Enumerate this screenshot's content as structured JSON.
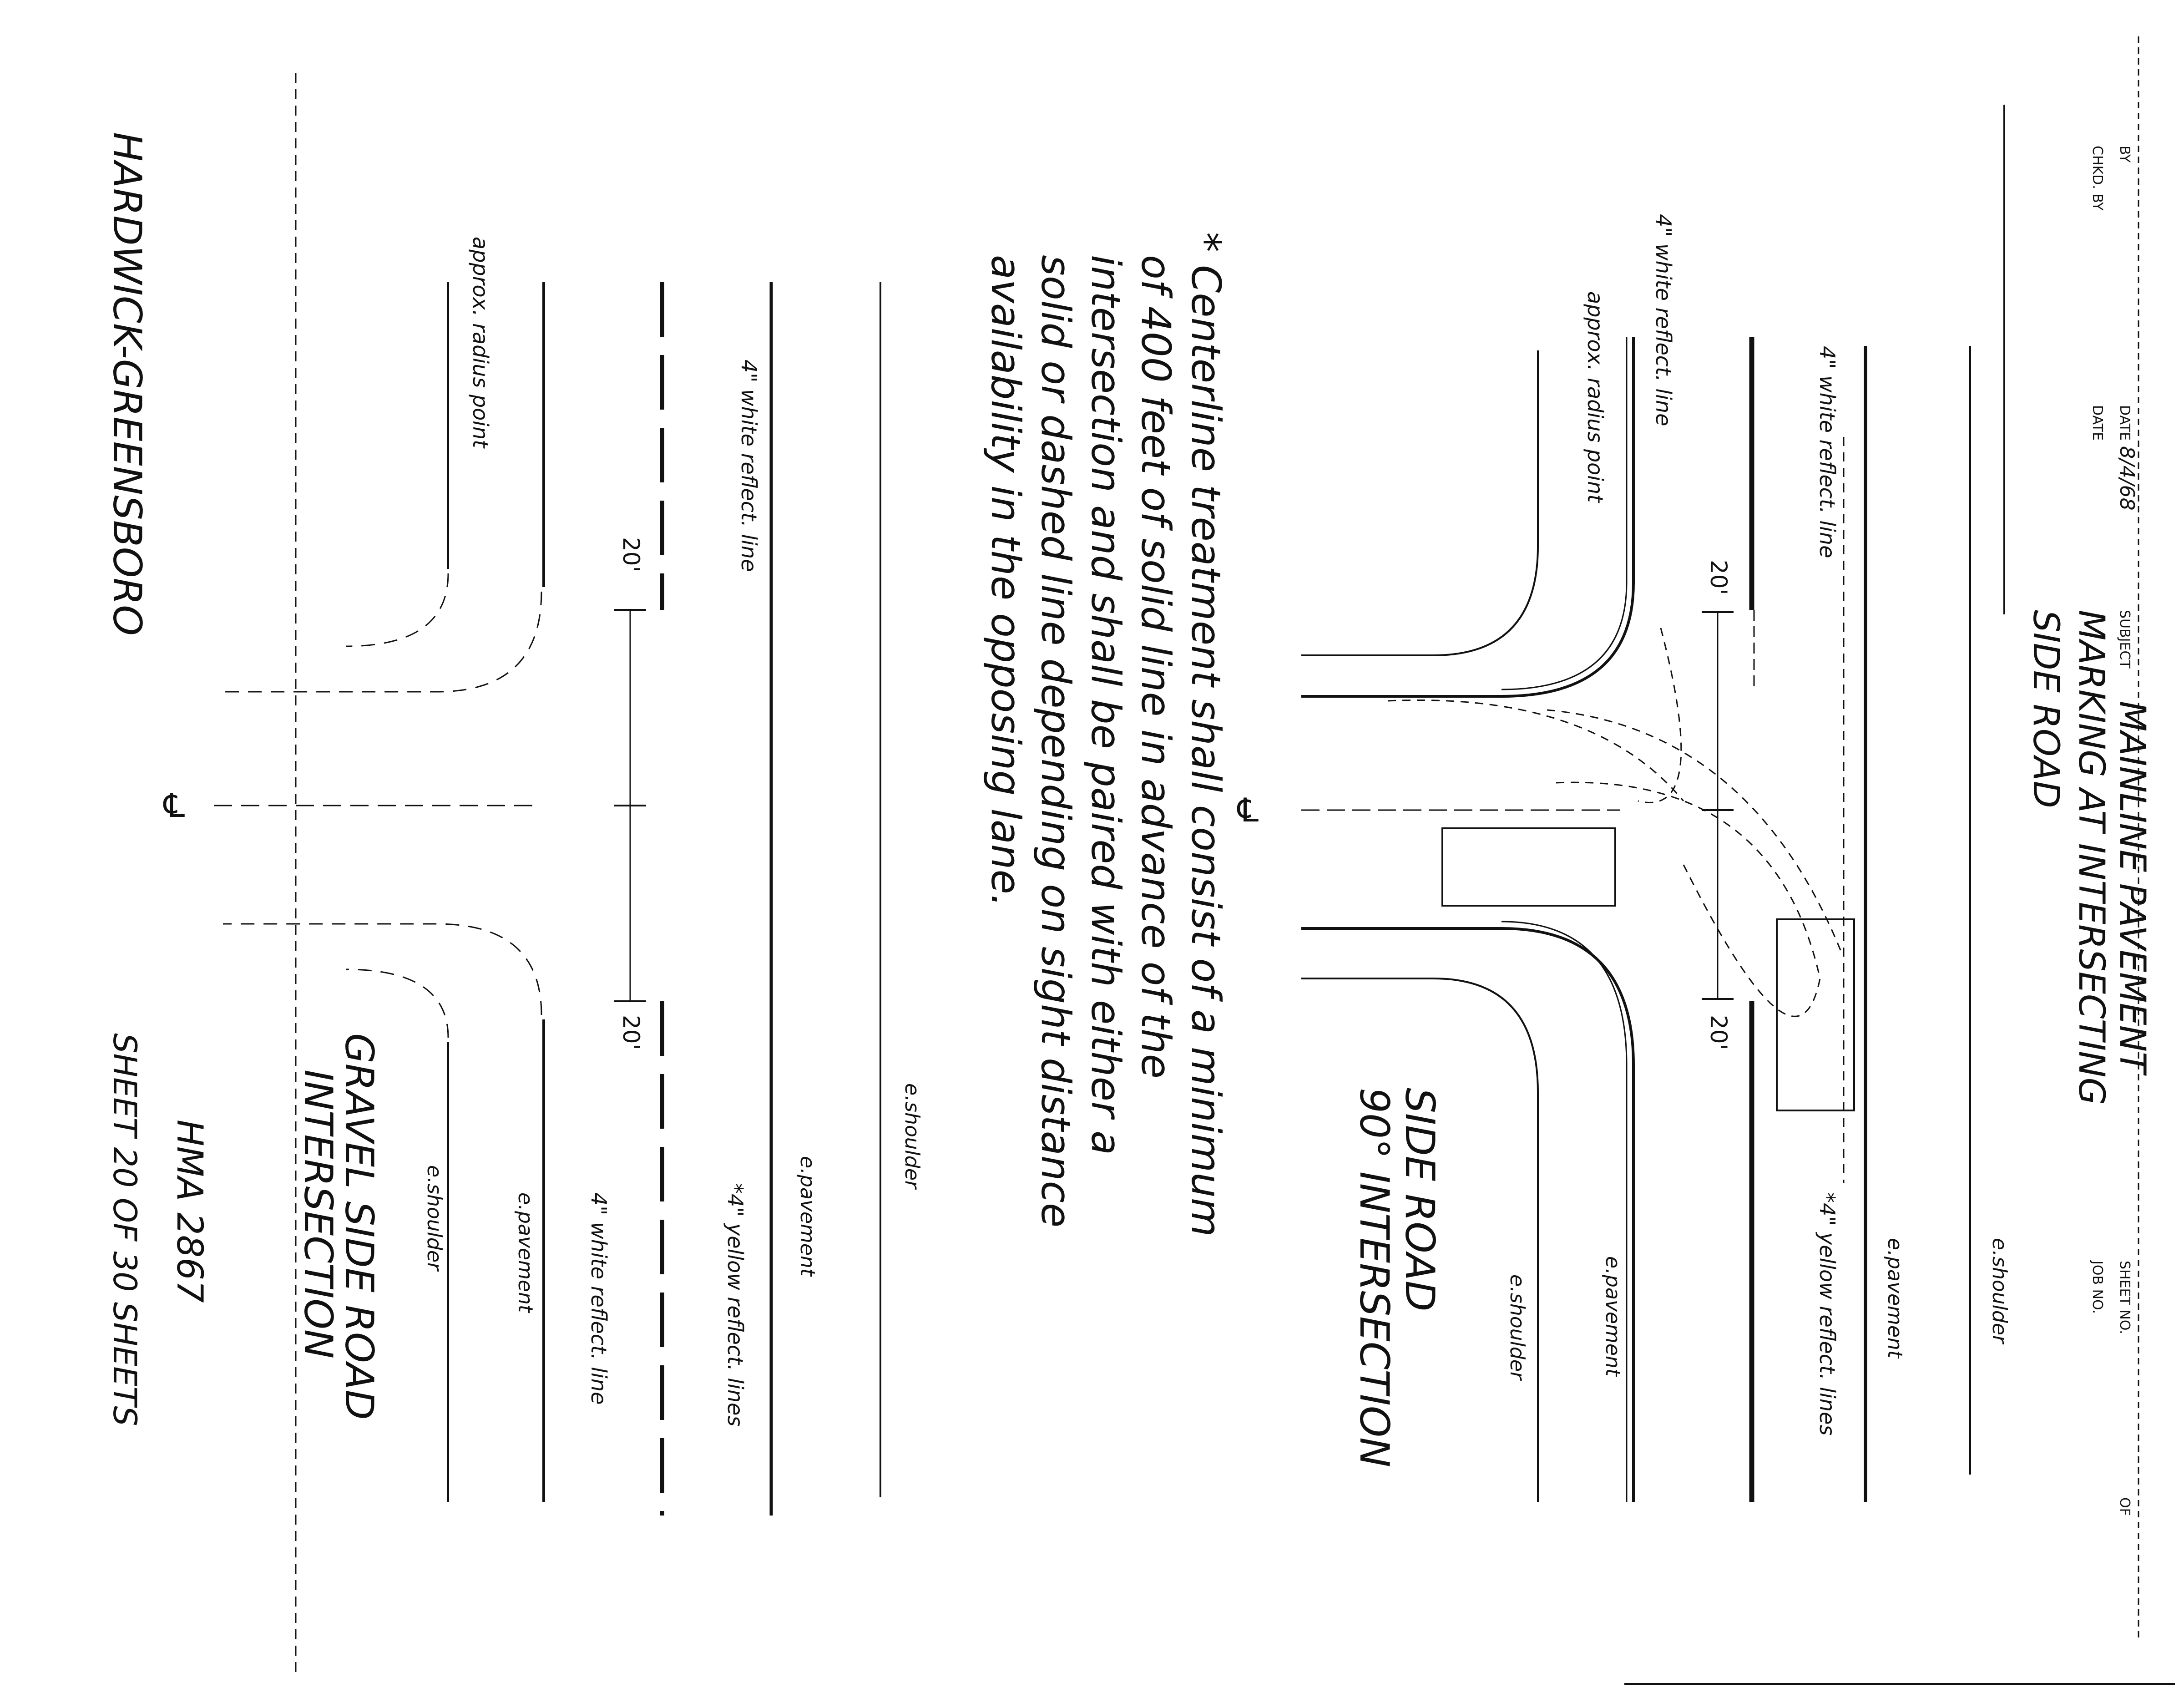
{
  "title_block": {
    "by_label": "BY",
    "date_label": "DATE",
    "date_value": "8/4/68",
    "chkd_label": "CHKD. BY",
    "chkd_date_label": "DATE",
    "subject_label": "SUBJECT",
    "subject_lines": [
      "MAINLINE PAVEMENT",
      "MARKING AT INTERSECTING",
      "SIDE ROAD"
    ],
    "sheet_no_label": "SHEET NO.",
    "of_label": "OF",
    "job_no_label": "JOB NO."
  },
  "top_diagram": {
    "caption_lines": [
      "SIDE ROAD",
      "90° INTERSECTION"
    ],
    "labels": {
      "e_shoulder": "e.shoulder",
      "e_pavement_top": "e.pavement",
      "white_reflect": "4\" white reflect. line",
      "yellow_reflect": "*4\" yellow reflect. lines",
      "white_reflect_side": "4\" white reflect. line",
      "approx_radius": "approx. radius point",
      "e_pavement_bottom": "e.pavement",
      "e_shoulder_bottom": "e.shoulder",
      "dim_left": "20'",
      "dim_right": "20'",
      "centerline": "℄"
    }
  },
  "note_lines": [
    "* Centerline treatment shall consist of a minimum",
    "of 400 feet of solid line in advance of the",
    "intersection and shall be paired with either a",
    "solid or dashed line depending on sight distance",
    "availability in the opposing lane."
  ],
  "bottom_diagram": {
    "caption_lines": [
      "GRAVEL SIDE ROAD",
      "INTERSECTION"
    ],
    "labels": {
      "e_shoulder_top": "e.shoulder",
      "e_pavement_top": "e.pavement",
      "white_reflect_top": "4\" white reflect. line",
      "yellow_reflect": "*4\" yellow reflect. lines",
      "white_reflect_side": "4\" white reflect. line",
      "e_pavement_bottom": "e.pavement",
      "e_shoulder_bottom": "e.shoulder",
      "approx_radius": "approx. radius point",
      "dim_left": "20'",
      "dim_right": "20'",
      "centerline": "℄"
    }
  },
  "footer": {
    "project": "HMA 2867",
    "sheet": "SHEET 20 OF 30 SHEETS",
    "location": "HARDWICK-GREENSBORO"
  }
}
